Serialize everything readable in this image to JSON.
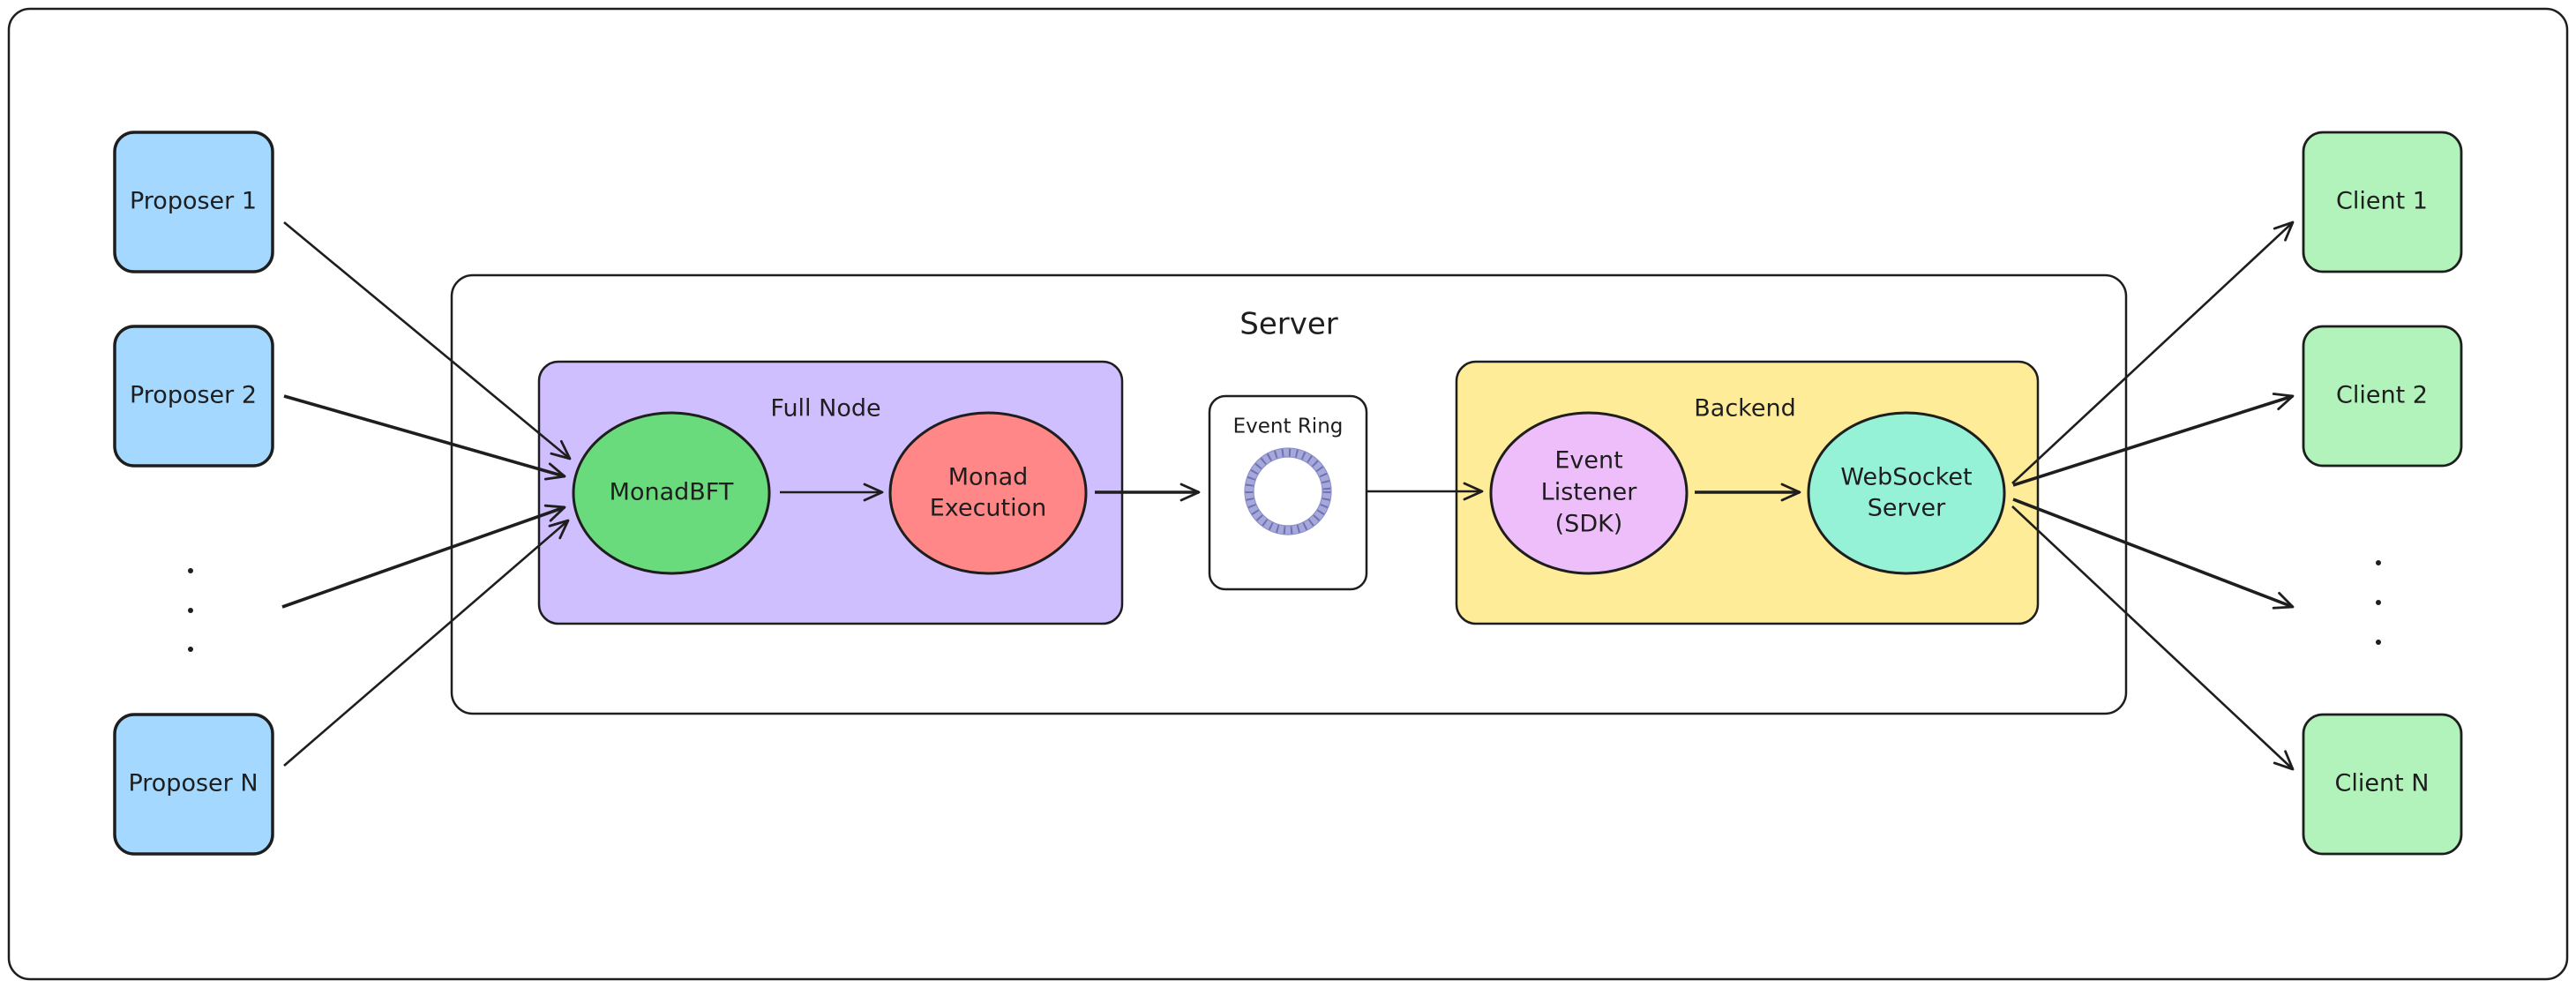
{
  "title": "Server",
  "groups": {
    "full_node": "Full Node",
    "backend": "Backend",
    "event_ring": "Event Ring"
  },
  "nodes": {
    "proposer_1": "Proposer 1",
    "proposer_2": "Proposer 2",
    "proposer_n": "Proposer N",
    "monadbft": "MonadBFT",
    "monad_execution_l1": "Monad",
    "monad_execution_l2": "Execution",
    "event_listener_l1": "Event",
    "event_listener_l2": "Listener",
    "event_listener_l3": "(SDK)",
    "websocket_l1": "WebSocket",
    "websocket_l2": "Server",
    "client_1": "Client 1",
    "client_2": "Client 2",
    "client_n": "Client N"
  },
  "colors": {
    "proposer": "#a5d8ff",
    "client": "#b2f2bb",
    "full_node": "#d0bfff",
    "backend": "#ffec99",
    "monadbft": "#69db7c",
    "monad_execution": "#ff8787",
    "event_listener": "#eebefa",
    "websocket": "#96f2d7",
    "ring": "#a5a8d8"
  },
  "icons": {
    "ring": "event-ring-icon",
    "ellipsis": "vertical-ellipsis"
  }
}
